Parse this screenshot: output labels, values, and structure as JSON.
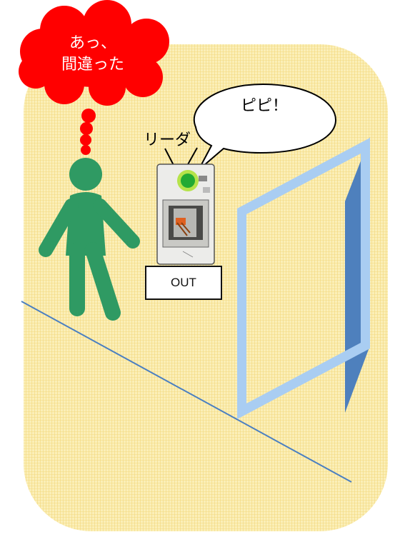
{
  "thought_bubble": {
    "line1": "あっ、",
    "line2": "間違った"
  },
  "speech_bubble": {
    "text": "ピピ！"
  },
  "reader": {
    "label": "リーダ",
    "status_light_color": "#22aa33",
    "box_label": "OUT"
  },
  "colors": {
    "background_panel": "#fbedb0",
    "thought_bubble": "#ff0000",
    "person": "#2f9a63",
    "door_frame": "#a9cdf2",
    "door_panel": "#4e80bd",
    "floor_line": "#4a7fc1"
  }
}
